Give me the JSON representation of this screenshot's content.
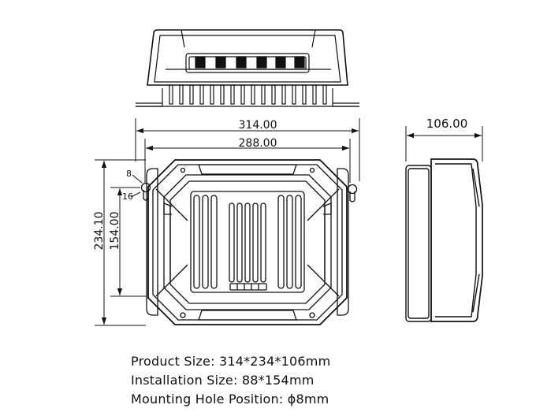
{
  "dimensions": {
    "overall_width": "314.00",
    "hole_spacing": "288.00",
    "depth": "106.00",
    "overall_height": "234.10",
    "hole_vertical": "154.00",
    "hole_offset": "8",
    "hole_diameter": "16"
  },
  "specs": [
    {
      "label": "Product Size:",
      "value": "314*234*106mm"
    },
    {
      "label": "Installation Size:",
      "value": "88*154mm"
    },
    {
      "label": "Mounting Hole Position:",
      "value": "ϕ8mm"
    }
  ]
}
